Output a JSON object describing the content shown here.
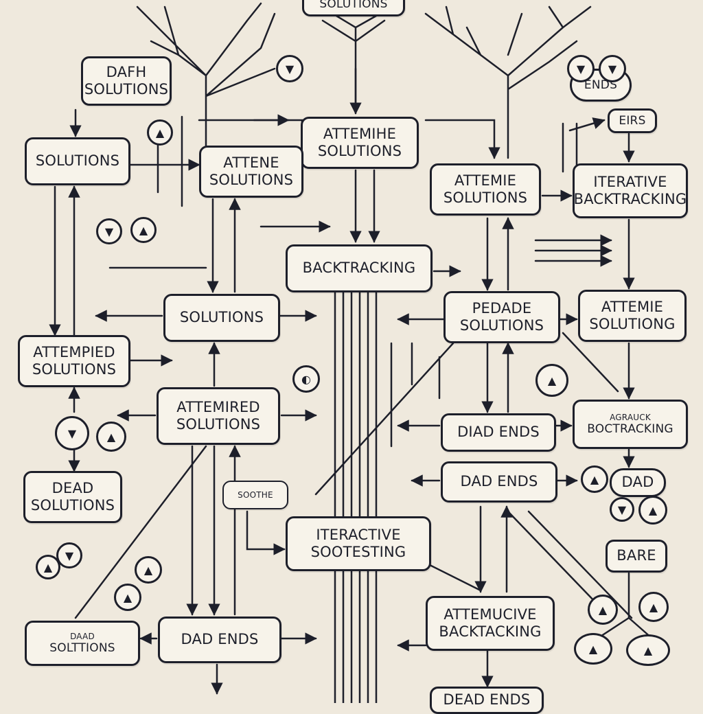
{
  "nodes": {
    "n_top": [
      "SOLUTIONS"
    ],
    "n1": [
      "DAFH",
      "SOLUTIONS"
    ],
    "n2": [
      "ENDS"
    ],
    "n3": [
      "EIRS"
    ],
    "n4": [
      "SOLUTIONS"
    ],
    "n5": [
      "ATTEMIHE",
      "SOLUTIONS"
    ],
    "n6": [
      "ATTENE",
      "SOLUTIONS"
    ],
    "n7": [
      "ATTEMIE",
      "SOLUTIONS"
    ],
    "n8": [
      "ITERATIVE",
      "BACKTRACKING"
    ],
    "n9": [
      "BACKTRACKING"
    ],
    "n10": [
      "SOLUTIONS"
    ],
    "n11": [
      "PEDADE",
      "SOLUTIONS"
    ],
    "n12": [
      "ATTEMIE",
      "SOLUTIONG"
    ],
    "n13": [
      "ATTEMPIED",
      "SOLUTIONS"
    ],
    "n14": [
      "ATTEMIRED",
      "SOLUTIONS"
    ],
    "n15": [
      "AGRAUCK",
      "BOCTRACKING"
    ],
    "n16": [
      "DIAD ENDS"
    ],
    "n17": [
      "DAD ENDS"
    ],
    "n18": [
      "DEAD",
      "SOLUTIONS"
    ],
    "n19": [
      "SOOTHE"
    ],
    "n20": [
      "DAD"
    ],
    "n21": [
      "ITERACTIVE",
      "SOOTESTING"
    ],
    "n22": [
      "BARE"
    ],
    "n23": [
      "DAAD",
      "SOLTTIONS"
    ],
    "n24": [
      "DAD ENDS"
    ],
    "n25": [
      "ATTEMUCIVE",
      "BACKTACKING"
    ],
    "n26": [
      "DEAD ENDS"
    ]
  },
  "colors": {
    "ink": "#1d1f2a",
    "paper": "#efe9dd",
    "box": "#f7f3ea"
  }
}
